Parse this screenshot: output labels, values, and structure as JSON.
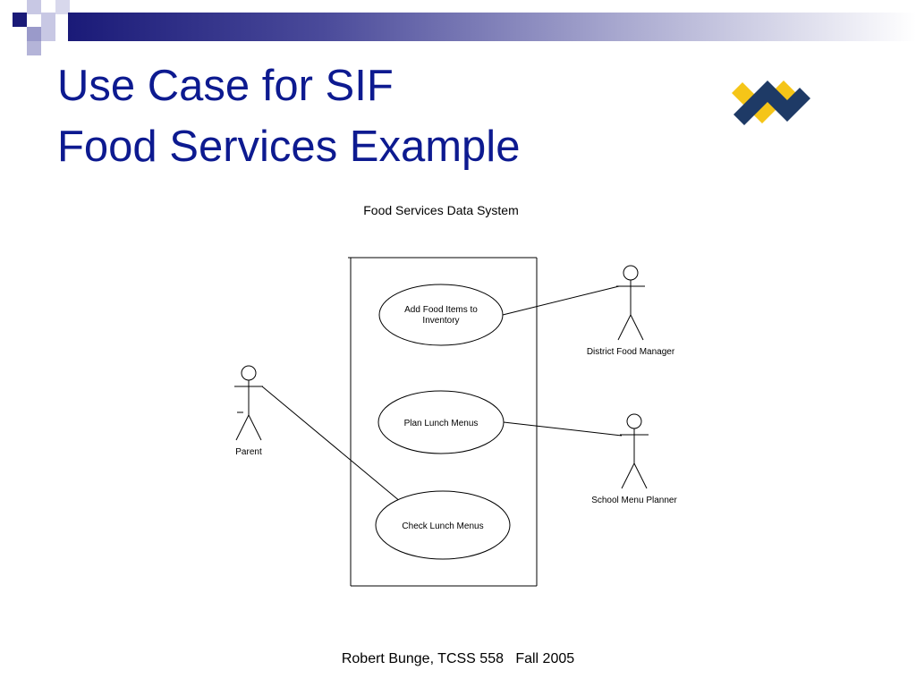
{
  "slide": {
    "title_line1": "Use Case for SIF",
    "title_line2": "Food Services Example",
    "footer": "Robert Bunge, TCSS 558   Fall 2005"
  },
  "diagram": {
    "system_name": "Food Services Data System",
    "use_cases": [
      {
        "line1": "Add Food Items to",
        "line2": "Inventory"
      },
      {
        "line1": "Plan Lunch Menus",
        "line2": ""
      },
      {
        "line1": "Check Lunch Menus",
        "line2": ""
      }
    ],
    "actors": [
      {
        "name": "District Food Manager"
      },
      {
        "name": "Parent"
      },
      {
        "name": "School Menu Planner"
      }
    ]
  },
  "theme": {
    "title_color": "#0d1a90",
    "logo_navy": "#1e3a66",
    "logo_yellow": "#f5c518"
  }
}
